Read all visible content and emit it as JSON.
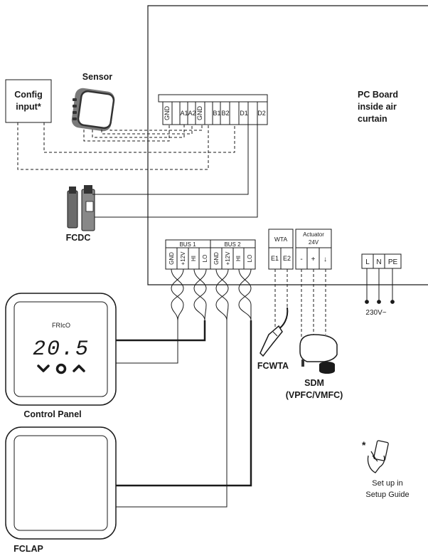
{
  "config_input": {
    "line1": "Config",
    "line2": "input*"
  },
  "sensor": {
    "label": "Sensor"
  },
  "pc_board": {
    "line1": "PC Board",
    "line2": "inside air",
    "line3": "curtain"
  },
  "sensor_terminals": [
    "GND",
    "A1",
    "A2",
    "GND",
    "B1",
    "B2",
    "D1",
    "D2"
  ],
  "fcdc": {
    "label": "FCDC"
  },
  "bus1": {
    "label": "BUS 1",
    "terminals": [
      "GND",
      "+12V",
      "HI",
      "LO"
    ]
  },
  "bus2": {
    "label": "BUS 2",
    "terminals": [
      "GND",
      "+12V",
      "HI",
      "LO"
    ]
  },
  "wta": {
    "label": "WTA",
    "terminals": [
      "E1",
      "E2"
    ]
  },
  "actuator": {
    "label_line1": "Actuator",
    "label_line2": "24V",
    "terminals": [
      "-",
      "+",
      "↓"
    ]
  },
  "power": {
    "terminals": [
      "L",
      "N",
      "PE"
    ],
    "voltage": "230V~"
  },
  "control_panel": {
    "label": "Control Panel",
    "brand": "FRIcO",
    "temperature": "20.5"
  },
  "fcwta": {
    "label": "FCWTA"
  },
  "sdm": {
    "line1": "SDM",
    "line2": "(VPFC/VMFC)"
  },
  "fclap": {
    "label": "FCLAP"
  },
  "setup_note": {
    "asterisk": "*",
    "line1": "Set up in",
    "line2": "Setup Guide"
  }
}
